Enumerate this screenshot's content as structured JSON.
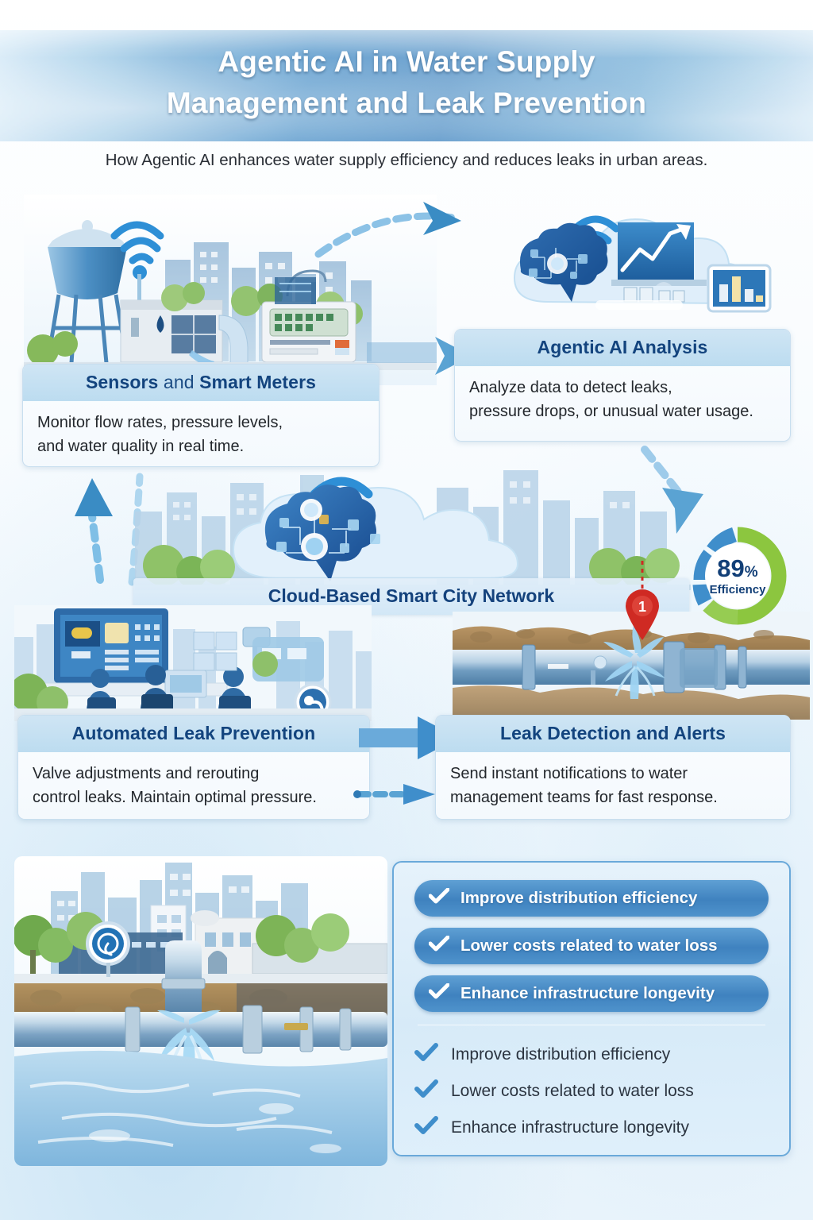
{
  "header": {
    "title_line1": "Agentic AI in Water Supply",
    "title_line2": "Management and Leak Prevention",
    "subtitle": "How Agentic AI enhances water supply efficiency and reduces leaks in urban areas.",
    "band_color": "#4a8ec5"
  },
  "steps": [
    {
      "id": "sensors",
      "title_bold_1": "Sensors",
      "title_plain": " and ",
      "title_bold_2": "Smart Meters",
      "body_line1": "Monitor flow rates, pressure levels,",
      "body_line2": "and water quality in real time."
    },
    {
      "id": "analysis",
      "title": "Agentic AI Analysis",
      "body_line1": "Analyze data to detect leaks,",
      "body_line2": "pressure drops, or unusual water usage."
    },
    {
      "id": "prevention",
      "title": "Automated Leak Prevention",
      "body_line1": "Valve adjustments and rerouting",
      "body_line2": "control leaks. Maintain optimal pressure."
    },
    {
      "id": "detection",
      "title": "Leak Detection and Alerts",
      "body_line1": "Send instant notifications to water",
      "body_line2": "management teams for fast response."
    }
  ],
  "network_banner": {
    "label": "Cloud-Based Smart City Network"
  },
  "gauge": {
    "value": "89",
    "unit": "%",
    "caption": "Efficiency",
    "value_number": 89,
    "arc_blue_color": "#3f8ecb",
    "arc_green_color": "#8cc63f"
  },
  "leak_marker": {
    "number": "1",
    "color": "#cf2a23"
  },
  "benefits": {
    "pills": [
      "Improve distribution efficiency",
      "Lower costs related to water loss",
      "Enhance infrastructure longevity"
    ],
    "list": [
      "Improve distribution efficiency",
      "Lower costs related to water loss",
      "Enhance infrastructure longevity"
    ],
    "check_icon": "check-icon",
    "pill_color": "#4687c2",
    "check_color": "#3f8ecb"
  },
  "icons": {
    "wifi": "wifi-icon",
    "brain": "brain-icon",
    "water_tower": "water-tower-icon",
    "smart_meter": "smart-meter-icon",
    "chart_panel": "chart-panel-icon",
    "pin": "map-pin-icon",
    "droplet": "droplet-icon"
  },
  "palette": {
    "deep_blue": "#13447e",
    "mid_blue": "#3f85c0",
    "light_blue": "#bcdcf0",
    "green": "#7cb342",
    "ground_brown": "#a8864f"
  }
}
